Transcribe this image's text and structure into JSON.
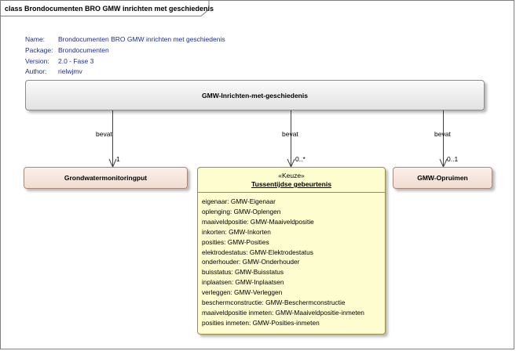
{
  "diagram": {
    "tab_title": "class Brondocumenten BRO GMW inrichten met geschiedenis"
  },
  "notes": {
    "rows": [
      {
        "label": "Name:",
        "value": "Brondocumenten BRO GMW inrichten met geschiedenis"
      },
      {
        "label": "Package:",
        "value": "Brondocumenten"
      },
      {
        "label": "Version:",
        "value": "2.0 - Fase 3"
      },
      {
        "label": "Author:",
        "value": "rielwjmv"
      }
    ]
  },
  "classes": {
    "main": {
      "name": "GMW-Inrichten-met-geschiedenis"
    },
    "grondwater": {
      "name": "Grondwatermonitoringput"
    },
    "opruimen": {
      "name": "GMW-Opruimen"
    },
    "event": {
      "stereotype": "«Keuze»",
      "name": "Tussentijdse gebeurtenis",
      "attributes": [
        "eigenaar: GMW-Eigenaar",
        "oplenging: GMW-Oplengen",
        "maaiveldpositie: GMW-Maaiveldpositie",
        "inkorten: GMW-Inkorten",
        "posities: GMW-Posities",
        "elektrodestatus: GMW-Elektrodestatus",
        "onderhouder: GMW-Onderhouder",
        "buisstatus: GMW-Buisstatus",
        "inplaatsen: GMW-Inplaatsen",
        "verleggen: GMW-Verleggen",
        "beschermconstructie: GMW-Beschermconstructie",
        "maaiveldpositie inmeten: GMW-Maaiveldpositie-inmeten",
        "posities inmeten: GMW-Posities-inmeten"
      ]
    }
  },
  "associations": [
    {
      "label": "bevat",
      "multiplicity": "1"
    },
    {
      "label": "bevat",
      "multiplicity": "0..*"
    },
    {
      "label": "bevat",
      "multiplicity": "0..1"
    }
  ],
  "colors": {
    "frame": "#7f7f7f",
    "note_text": "#1f2e8f",
    "entity_fill": "#f1ddd2",
    "choice_fill": "#fefdd0"
  }
}
